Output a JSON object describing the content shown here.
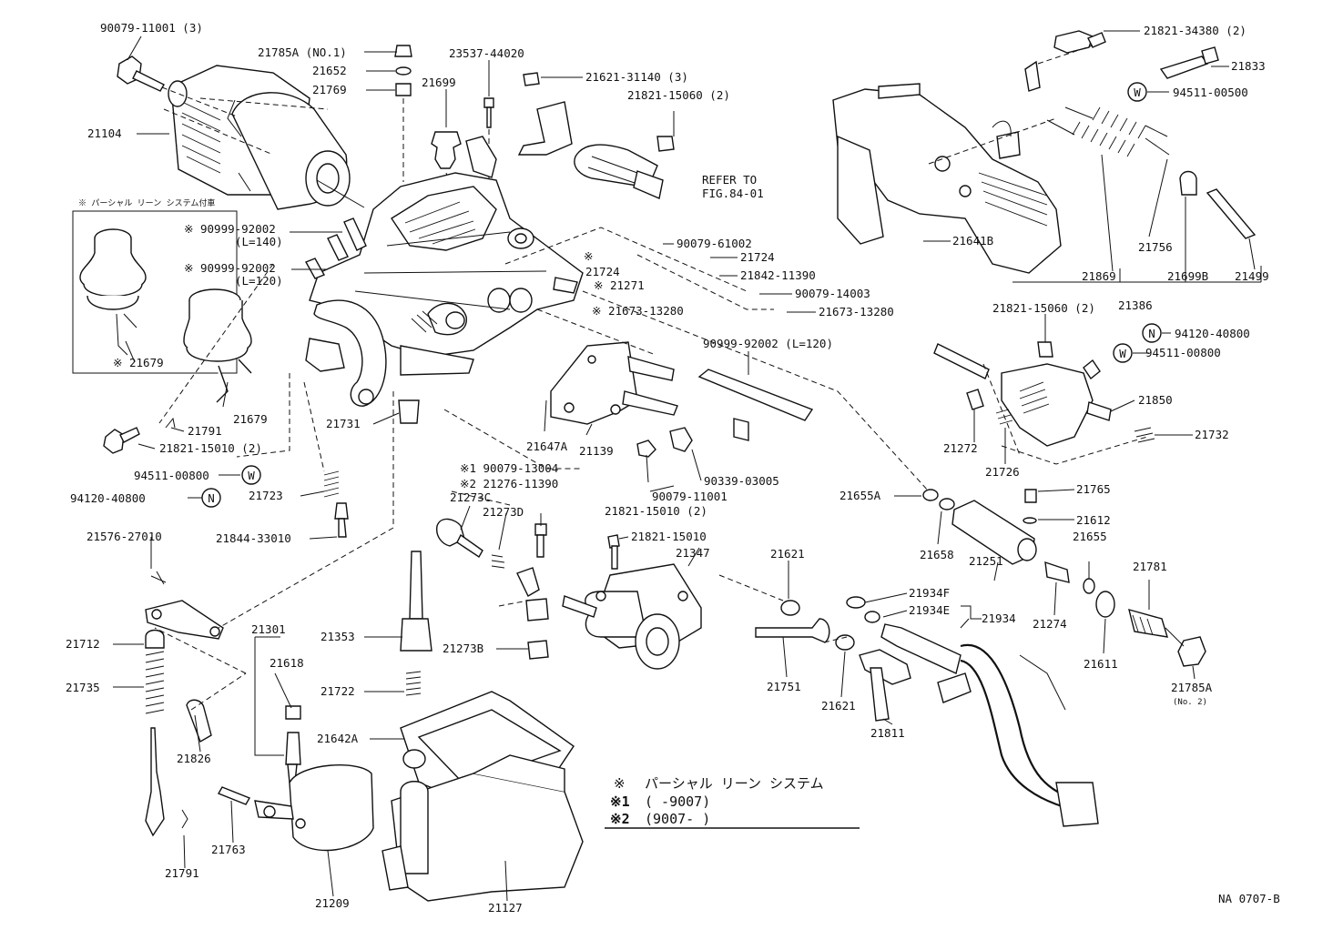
{
  "diagram": {
    "refer_text_1": "REFER TO",
    "refer_text_2": "FIG.84-01",
    "inset_caption": "※ パーシャル リーン システム付車",
    "figure_code": "NA 0707-B",
    "legend": {
      "row0_mark": "※",
      "row0_text": "パーシャル リーン システム",
      "row1_mark": "※1",
      "row1_text": "(      -9007)",
      "row2_mark": "※2",
      "row2_text": "(9007-      )"
    },
    "labels": {
      "l1": "90079-11001 (3)",
      "l2": "21785A (NO.1)",
      "l3": "21652",
      "l4": "21769",
      "l5": "23537-44020",
      "l6": "21699",
      "l7": "21621-31140 (3)",
      "l8": "21821-15060 (2)",
      "l9": "21104",
      "l10": "※ 90999-92002",
      "l11": "(L=140)",
      "l12": "※ 90999-92002",
      "l13": "(L=120)",
      "l14": "※ 21679",
      "l15": "21679",
      "l16": "90079-61002",
      "l17": "※",
      "l18": "21724",
      "l19": "21724",
      "l20": "21842-11390",
      "l21": "※ 21271",
      "l22": "90079-14003",
      "l23": "※ 21673-13280",
      "l24": "21673-13280",
      "l25": "90999-92002 (L=120)",
      "l26": "21791",
      "l27": "21821-15010 (2)",
      "l28": "21731",
      "l29": "94511-00800",
      "l30": "94120-40800",
      "l31": "21723",
      "l32": "21647A",
      "l33": "21139",
      "l34": "90339-03005",
      "l35": "※1  90079-13004",
      "l36": "※2  21276-11390",
      "l37": "21273C",
      "l38": "21273D",
      "l39": "90079-11001",
      "l40": "21821-15010 (2)",
      "l41": "21844-33010",
      "l42": "21576-27010",
      "l43": "21821-15010",
      "l44": "21347",
      "l45": "21712",
      "l46": "21301",
      "l47": "21618",
      "l48": "21353",
      "l49": "21273B",
      "l50": "21735",
      "l51": "21722",
      "l52": "21826",
      "l53": "21642A",
      "l54": "21763",
      "l55": "21791",
      "l56": "21209",
      "l57": "21127",
      "l58": "21821-34380 (2)",
      "l59": "21833",
      "l60": "94511-00500",
      "l61": "21641B",
      "l62": "21756",
      "l63": "21869",
      "l64": "21699B",
      "l65": "21499",
      "l66": "21386",
      "l67": "21821-15060 (2)",
      "l68": "94120-40800",
      "l69": "94511-00800",
      "l70": "21850",
      "l71": "21272",
      "l72": "21732",
      "l73": "21726",
      "l74": "21655A",
      "l75": "21765",
      "l76": "21612",
      "l77": "21658",
      "l78": "21621",
      "l79": "21655",
      "l80": "21251",
      "l81": "21274",
      "l82": "21781",
      "l83": "21934F",
      "l84": "21934E",
      "l85": "21934",
      "l86": "21751",
      "l87": "21621",
      "l88": "21611",
      "l89": "21785A",
      "l90": "(No. 2)",
      "l91": "21811"
    },
    "badges": {
      "w1": "W",
      "n1": "N",
      "w2": "W",
      "n2": "N",
      "w3": "W"
    }
  }
}
